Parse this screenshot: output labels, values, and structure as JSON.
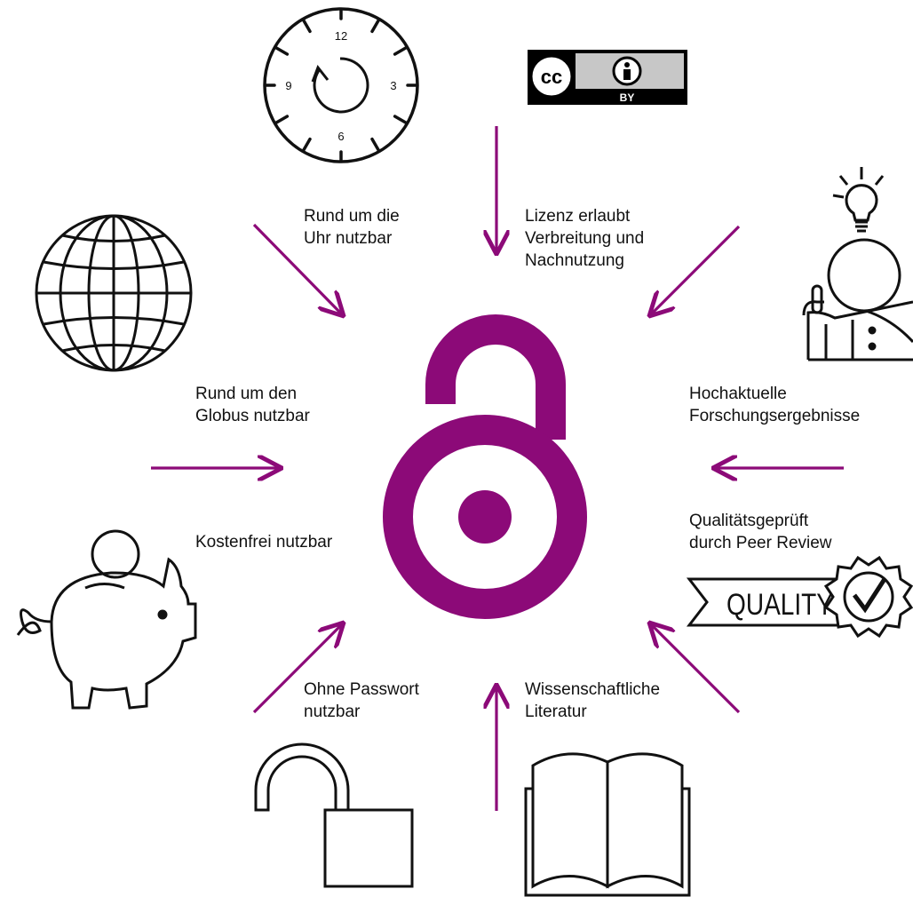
{
  "accent_color": "#8c0a78",
  "line_color": "#111111",
  "central_icon": "open-access-lock-icon",
  "benefits": [
    {
      "id": "clock",
      "icon": "clock-icon",
      "lines": [
        "Rund um die",
        "Uhr nutzbar"
      ]
    },
    {
      "id": "license",
      "icon": "cc-by-license-icon",
      "lines": [
        "Lizenz erlaubt",
        "Verbreitung und",
        "Nachnutzung"
      ]
    },
    {
      "id": "research",
      "icon": "researcher-lightbulb-icon",
      "lines": [
        "Hochaktuelle",
        "Forschungsergebnisse"
      ]
    },
    {
      "id": "quality",
      "icon": "quality-badge-icon",
      "lines": [
        "Qualitätsgeprüft",
        "durch Peer Review"
      ]
    },
    {
      "id": "literature",
      "icon": "open-book-icon",
      "lines": [
        "Wissenschaftliche",
        "Literatur"
      ]
    },
    {
      "id": "password",
      "icon": "open-padlock-icon",
      "lines": [
        "Ohne Passwort",
        "nutzbar"
      ]
    },
    {
      "id": "free",
      "icon": "piggy-bank-icon",
      "lines": [
        "Kostenfrei nutzbar"
      ]
    },
    {
      "id": "globe",
      "icon": "globe-icon",
      "lines": [
        "Rund um den",
        "Globus nutzbar"
      ]
    }
  ],
  "clock_numbers": {
    "n12": "12",
    "n3": "3",
    "n6": "6",
    "n9": "9"
  },
  "cc_badge": {
    "cc": "cc",
    "by": "BY"
  },
  "quality_banner": "QUALITY"
}
